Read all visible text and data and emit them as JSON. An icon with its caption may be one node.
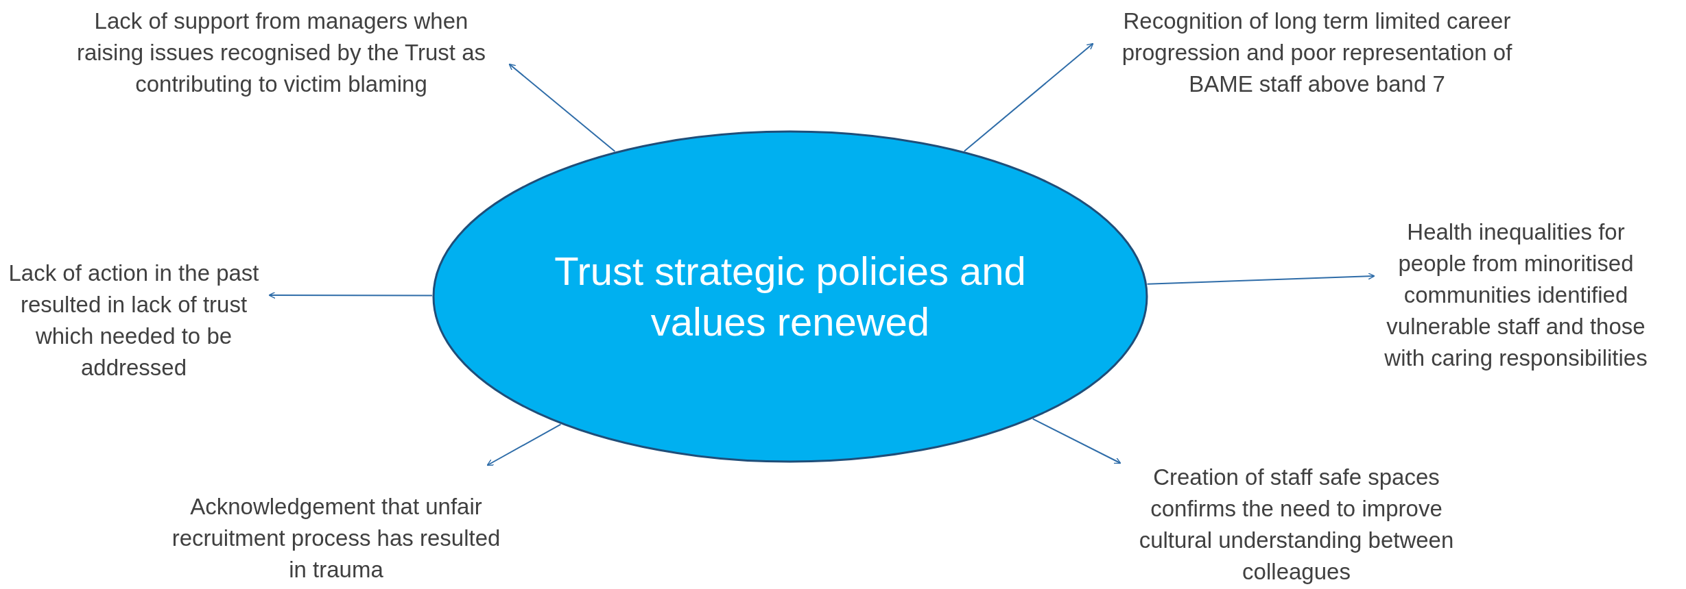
{
  "diagram": {
    "nodes": [
      {
        "text": [
          "Trust strategic policies and values renewed"
        ]
      },
      {
        "text": [
          "Lack of support from managers when raising issues recognised by the Trust as contributing to victim blaming"
        ]
      },
      {
        "text": [
          "Recognition of long term limited career progression and poor representation of BAME staff above band 7"
        ]
      },
      {
        "text": [
          "Lack of action in the past resulted in lack of trust which needed to be addressed"
        ]
      },
      {
        "text": [
          "Health inequalities for people from minoritised communities identified vulnerable staff and those with caring responsibilities"
        ]
      },
      {
        "text": [
          "Acknowledgement that unfair recruitment process has resulted in trauma"
        ]
      },
      {
        "text": [
          "Creation of staff safe spaces confirms the need to improve cultural understanding between colleagues"
        ]
      }
    ],
    "edges": [
      {
        "from": 0,
        "to": 1,
        "arrow": "to"
      },
      {
        "from": 0,
        "to": 2,
        "arrow": "to"
      },
      {
        "from": 0,
        "to": 3,
        "arrow": "to"
      },
      {
        "from": 0,
        "to": 4,
        "arrow": "to"
      },
      {
        "from": 0,
        "to": 5,
        "arrow": "to"
      },
      {
        "from": 0,
        "to": 6,
        "arrow": "to"
      }
    ]
  }
}
